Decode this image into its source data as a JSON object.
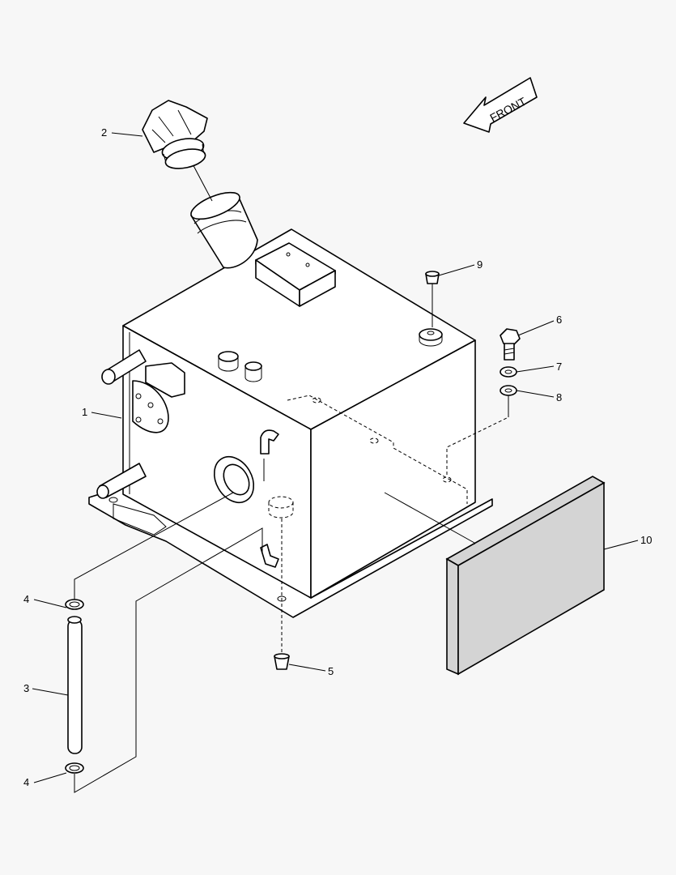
{
  "diagram": {
    "front_label": "FRONT",
    "callouts": {
      "c1": "1",
      "c2": "2",
      "c3": "3",
      "c4a": "4",
      "c4b": "4",
      "c5": "5",
      "c6": "6",
      "c7": "7",
      "c8": "8",
      "c9": "9",
      "c10": "10"
    },
    "colors": {
      "background": "#f7f7f7",
      "line": "#000000",
      "part_fill": "#ffffff",
      "pad_fill": "#d4d4d4"
    }
  }
}
